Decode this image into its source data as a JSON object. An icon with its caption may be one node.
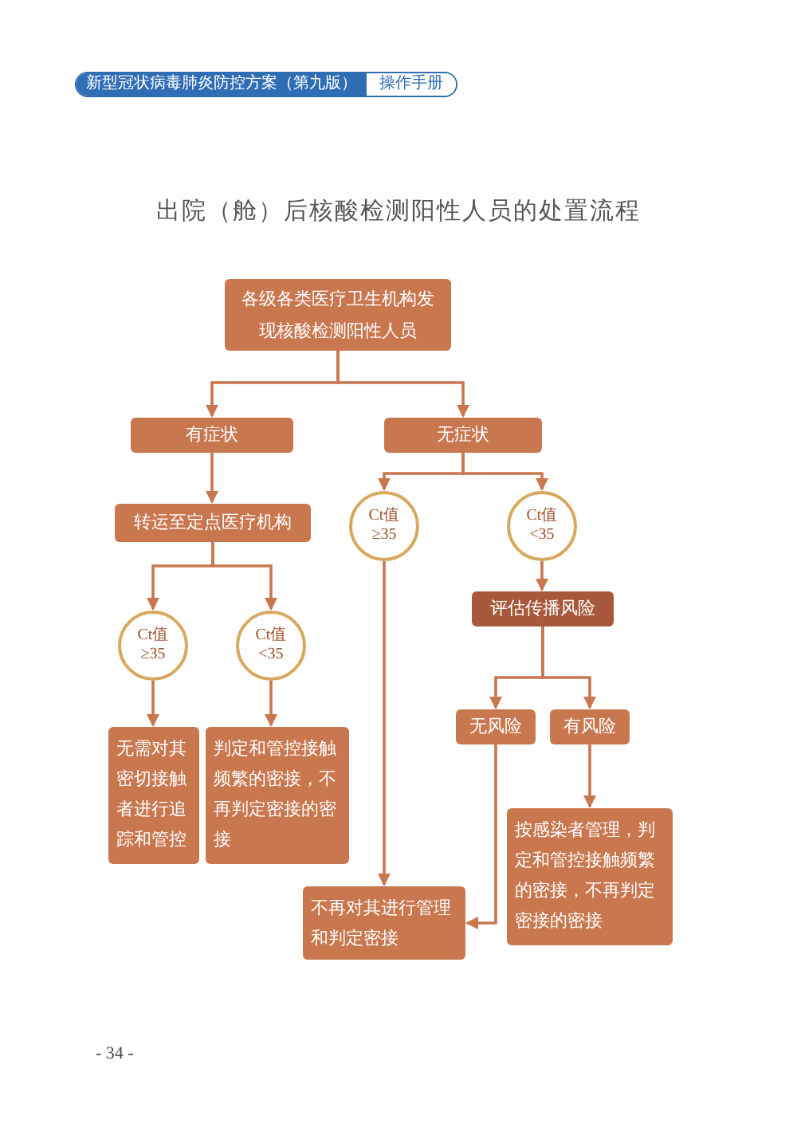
{
  "diagram": {
    "title": "出院（舱）后核酸检测阳性人员的处置流程",
    "nodes": [
      {
        "text": [
          "各级各类医疗卫生机构发现核酸检测阳性人员"
        ]
      },
      {
        "text": [
          "有症状"
        ]
      },
      {
        "text": [
          "无症状"
        ]
      },
      {
        "text": [
          "转运至定点医疗机构"
        ]
      },
      {
        "text": [
          "Ct值 ≥35"
        ]
      },
      {
        "text": [
          "Ct值 <35"
        ]
      },
      {
        "text": [
          "Ct值 ≥35"
        ]
      },
      {
        "text": [
          "Ct值 <35"
        ]
      },
      {
        "text": [
          "评估传播风险"
        ]
      },
      {
        "text": [
          "无风险"
        ]
      },
      {
        "text": [
          "有风险"
        ]
      },
      {
        "text": [
          "无需对其密切接触者进行追踪和管控"
        ]
      },
      {
        "text": [
          "判定和管控接触频繁的密接，不再判定密接的密接"
        ]
      },
      {
        "text": [
          "不再对其进行管理和判定密接"
        ]
      },
      {
        "text": [
          "按感染者管理，判定和管控接触频繁的密接，不再判定密接的密接"
        ]
      }
    ],
    "edges": [
      {
        "from": 0,
        "to": 1,
        "arrow": "to"
      },
      {
        "from": 0,
        "to": 2,
        "arrow": "to"
      },
      {
        "from": 1,
        "to": 3,
        "arrow": "to"
      },
      {
        "from": 2,
        "to": 6,
        "arrow": "to"
      },
      {
        "from": 2,
        "to": 7,
        "arrow": "to"
      },
      {
        "from": 3,
        "to": 4,
        "arrow": "to"
      },
      {
        "from": 3,
        "to": 5,
        "arrow": "to"
      },
      {
        "from": 4,
        "to": 11,
        "arrow": "to"
      },
      {
        "from": 5,
        "to": 12,
        "arrow": "to"
      },
      {
        "from": 6,
        "to": 13,
        "arrow": "to"
      },
      {
        "from": 7,
        "to": 8,
        "arrow": "to"
      },
      {
        "from": 8,
        "to": 9,
        "arrow": "to"
      },
      {
        "from": 8,
        "to": 10,
        "arrow": "to"
      },
      {
        "from": 9,
        "to": 13,
        "arrow": "to"
      },
      {
        "from": 10,
        "to": 14,
        "arrow": "to"
      }
    ],
    "labels": [
      "新型冠状病毒肺炎防控方案（第九版）",
      "操作手册",
      "- 34 -"
    ]
  }
}
